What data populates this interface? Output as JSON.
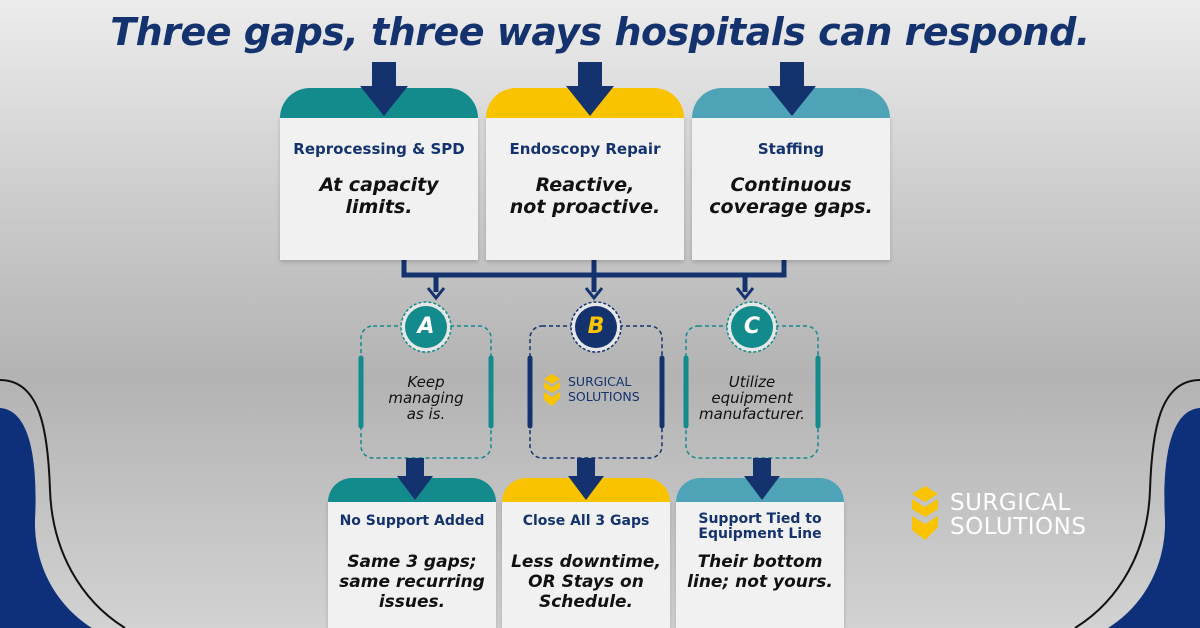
{
  "title": "Three gaps, three ways hospitals can respond.",
  "colors": {
    "navy": "#14336e",
    "teal": "#138a8c",
    "yellow": "#f9c300",
    "light_teal": "#4fa3b6"
  },
  "gaps": [
    {
      "heading": "Reprocessing & SPD",
      "body": "At capacity limits.",
      "color": "#138a8c"
    },
    {
      "heading": "Endoscopy Repair",
      "body_line1": "Reactive,",
      "body_line2": "not proactive.",
      "color": "#f9c300"
    },
    {
      "heading": "Staffing",
      "body_line1": "Continuous",
      "body_line2": "coverage gaps.",
      "color": "#4fa3b6"
    }
  ],
  "options": [
    {
      "letter": "A",
      "line1": "Keep",
      "line2": "managing",
      "line3": "as is."
    },
    {
      "letter": "B",
      "brand_line1": "SURGICAL",
      "brand_line2": "SOLUTIONS"
    },
    {
      "letter": "C",
      "line1": "Utilize",
      "line2": "equipment",
      "line3": "manufacturer."
    }
  ],
  "outcomes": [
    {
      "heading": "No Support Added",
      "line1": "Same 3 gaps;",
      "line2": "same recurring",
      "line3": "issues."
    },
    {
      "heading": "Close All 3 Gaps",
      "line1": "Less downtime,",
      "line2": "OR Stays on",
      "line3": "Schedule."
    },
    {
      "heading_line1": "Support Tied to",
      "heading_line2": "Equipment Line",
      "line1": "Their bottom",
      "line2": "line; not yours."
    }
  ],
  "logo": {
    "line1": "SURGICAL",
    "line2": "SOLUTIONS"
  }
}
